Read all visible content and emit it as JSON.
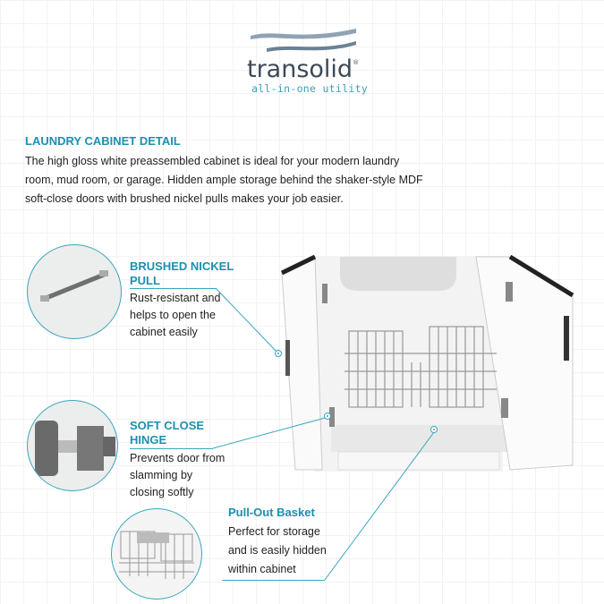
{
  "logo": {
    "wordmark": "transolid",
    "registered": "®",
    "tagline": "all-in-one utility"
  },
  "section": {
    "title": "LAUNDRY CABINET DETAIL",
    "description": "The high gloss white preassembled cabinet is ideal for your modern laundry room, mud room, or garage. Hidden ample storage behind the shaker-style MDF soft-close doors with brushed nickel pulls makes your job easier."
  },
  "features": [
    {
      "title": "BRUSHED NICKEL PULL",
      "description": "Rust-resistant and helps to open the cabinet easily",
      "image": "brushed-nickel-pull"
    },
    {
      "title": "SOFT CLOSE HINGE",
      "description": "Prevents door from slamming by closing softly",
      "image": "soft-close-hinge"
    },
    {
      "title": "Pull-Out Basket",
      "description": "Perfect for storage and is easily hidden within cabinet",
      "image": "pull-out-basket"
    }
  ],
  "colors": {
    "accent": "#1e8fb0",
    "line": "#3aa5bd",
    "logo_text": "#3d4a57"
  }
}
